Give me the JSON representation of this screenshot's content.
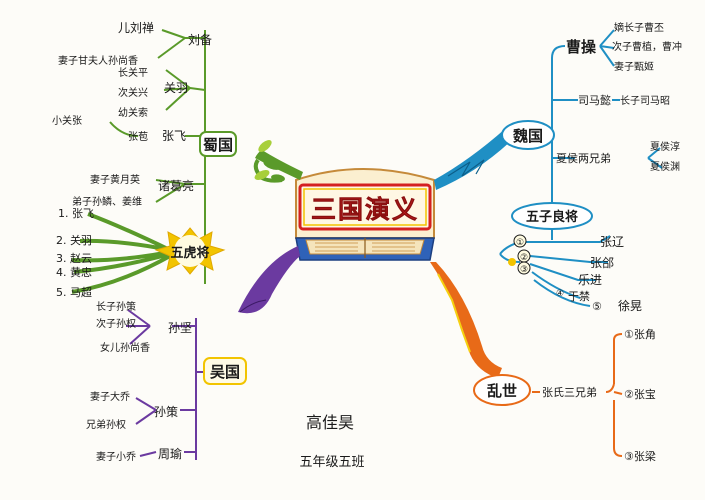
{
  "title": "三国演义",
  "author": "高佳昊",
  "class_label": "五年级五班",
  "shu": {
    "name": "蜀国",
    "liu_bei": "刘备",
    "son": "儿刘禅",
    "wives": "妻子甘夫人孙尚香",
    "guan_yu": "关羽",
    "guan_son1": "长关平",
    "guan_son2": "次关兴",
    "guan_son3": "幼关索",
    "guan_wife": "小关张",
    "zhang_fei": "张飞",
    "zhang_bao": "张苞",
    "zhuge": "诸葛亮",
    "zhuge_wife": "妻子黄月英",
    "zhuge_kin": "弟子孙鳞、姜维",
    "tigers": "五虎将",
    "tiger_names": [
      "1. 张飞",
      "2. 关羽",
      "3. 赵云",
      "4. 黄忠",
      "5. 马超"
    ]
  },
  "wei": {
    "name": "魏国",
    "cao_cao": "曹操",
    "cao_sons": [
      "嫡长子曹丕",
      "次子曹植，曹冲",
      "妻子甄姬"
    ],
    "sima": "司马懿",
    "sima_son": "长子司马昭",
    "xiahou": "夏侯两兄弟",
    "xiahou_names": [
      "夏侯淳",
      "夏侯渊"
    ],
    "generals": "五子良将",
    "general_list": [
      {
        "num": "①",
        "name": "张辽"
      },
      {
        "num": "②",
        "name": "张郃"
      },
      {
        "num": "③",
        "name": "乐进"
      },
      {
        "num": "④",
        "name": "于禁"
      },
      {
        "num": "⑤",
        "name": "徐晃"
      }
    ]
  },
  "wu": {
    "name": "吴国",
    "sun_jian": "孙坚",
    "sun_jian_sons": [
      "长子孙策",
      "次子孙权"
    ],
    "daughter": "女儿孙尚香",
    "sun_ce": "孙策",
    "sun_ce_wife": "妻子大乔",
    "sun_ce_brother": "兄弟孙权",
    "zhou_yu": "周瑜",
    "zhou_wife": "妻子小乔"
  },
  "chaos": {
    "name": "乱世",
    "group": "张氏三兄弟",
    "names": [
      "①张角",
      "②张宝",
      "③张梁"
    ]
  },
  "colors": {
    "shu": "#5a9a2a",
    "wei": "#1f8fc4",
    "wu": "#6b3aa0",
    "chaos": "#e86a18",
    "frame": "#d42020",
    "sun": "#f2c400",
    "book": "#c58a3a"
  }
}
